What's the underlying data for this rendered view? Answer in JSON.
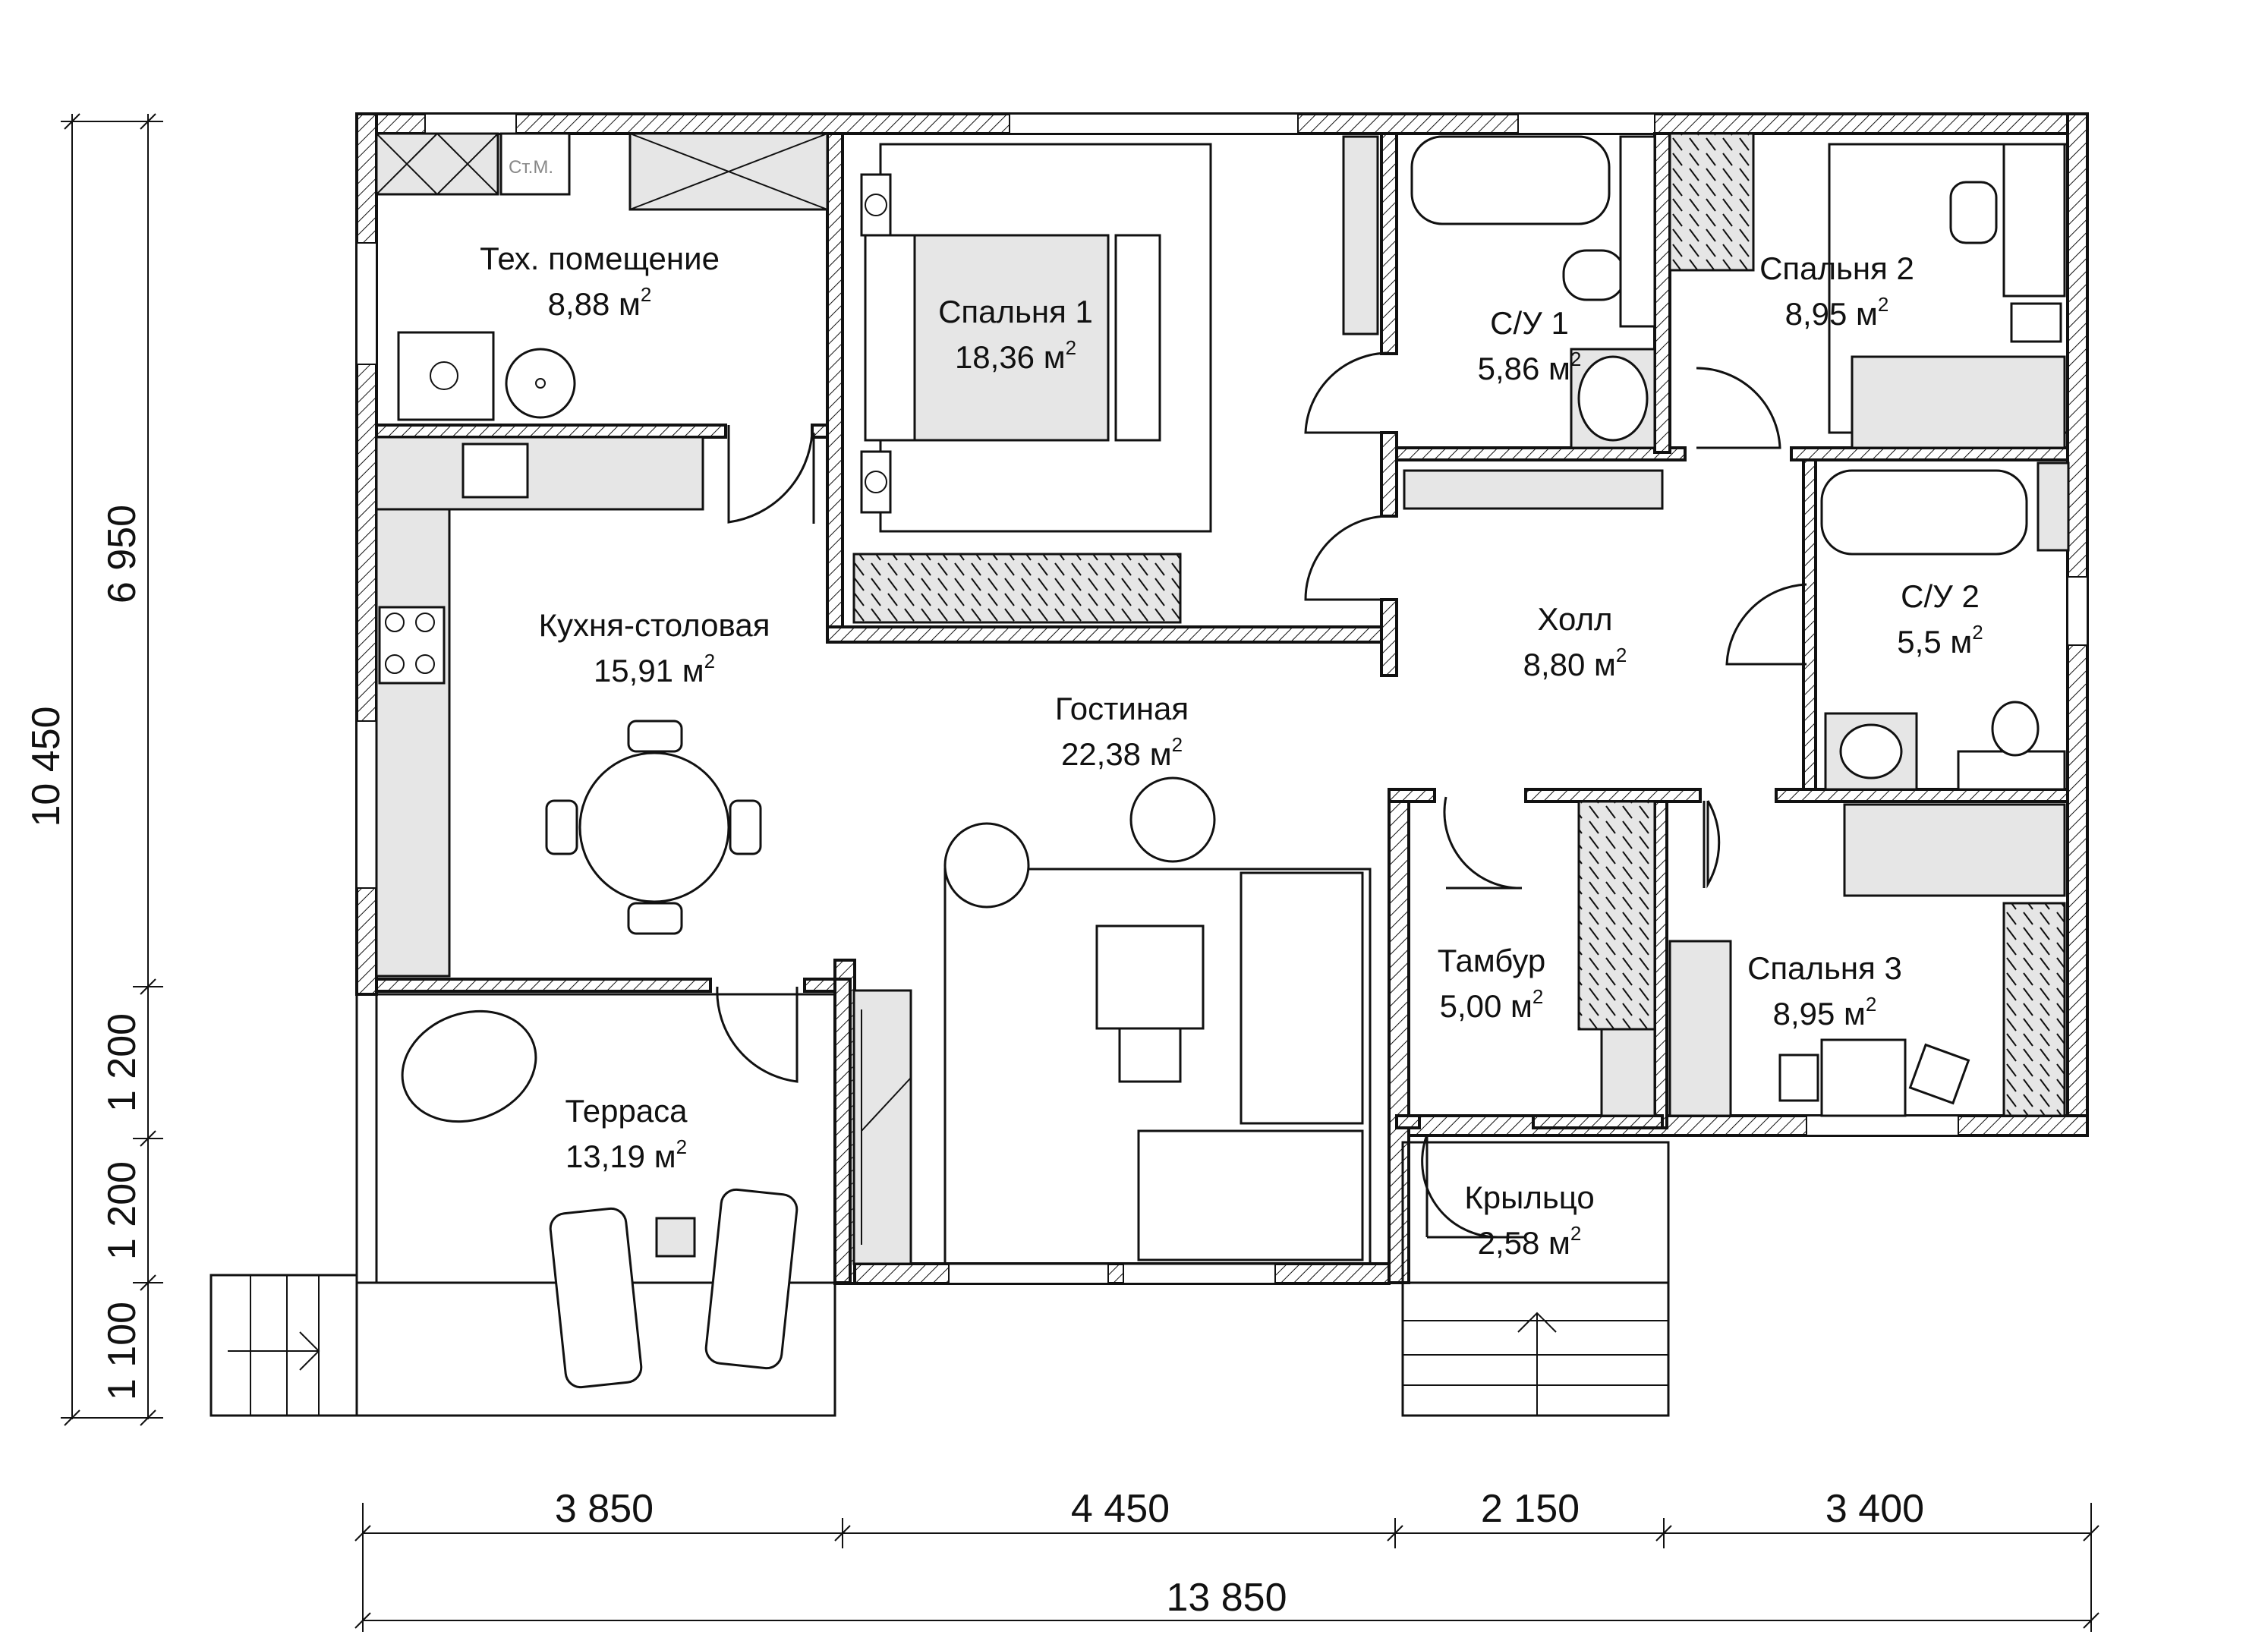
{
  "rooms": {
    "tech": {
      "name": "Тех. помещение",
      "area": "8,88 м",
      "sup": "2"
    },
    "bedroom1": {
      "name": "Спальня 1",
      "area": "18,36 м",
      "sup": "2"
    },
    "bath1": {
      "name": "С/У 1",
      "area": "5,86 м",
      "sup": "2"
    },
    "bedroom2": {
      "name": "Спальня 2",
      "area": "8,95 м",
      "sup": "2"
    },
    "kitchen": {
      "name": "Кухня-столовая",
      "area": "15,91 м",
      "sup": "2"
    },
    "hall": {
      "name": "Холл",
      "area": "8,80 м",
      "sup": "2"
    },
    "bath2": {
      "name": "С/У 2",
      "area": "5,5 м",
      "sup": "2"
    },
    "living": {
      "name": "Гостиная",
      "area": "22,38 м",
      "sup": "2"
    },
    "vestibule": {
      "name": "Тамбур",
      "area": "5,00 м",
      "sup": "2"
    },
    "bedroom3": {
      "name": "Спальня 3",
      "area": "8,95 м",
      "sup": "2"
    },
    "terrace": {
      "name": "Терраса",
      "area": "13,19 м",
      "sup": "2"
    },
    "porch": {
      "name": "Крыльцо",
      "area": "2,58 м",
      "sup": "2"
    }
  },
  "appliance_label": "Ст.М.",
  "dimensions": {
    "bottom_segments": [
      "3 850",
      "4 450",
      "2 150",
      "3 400"
    ],
    "bottom_total": "13 850",
    "left_total": "10 450",
    "left_upper": "6 950",
    "left_segments": [
      "1 200",
      "1 200",
      "1 100"
    ]
  }
}
